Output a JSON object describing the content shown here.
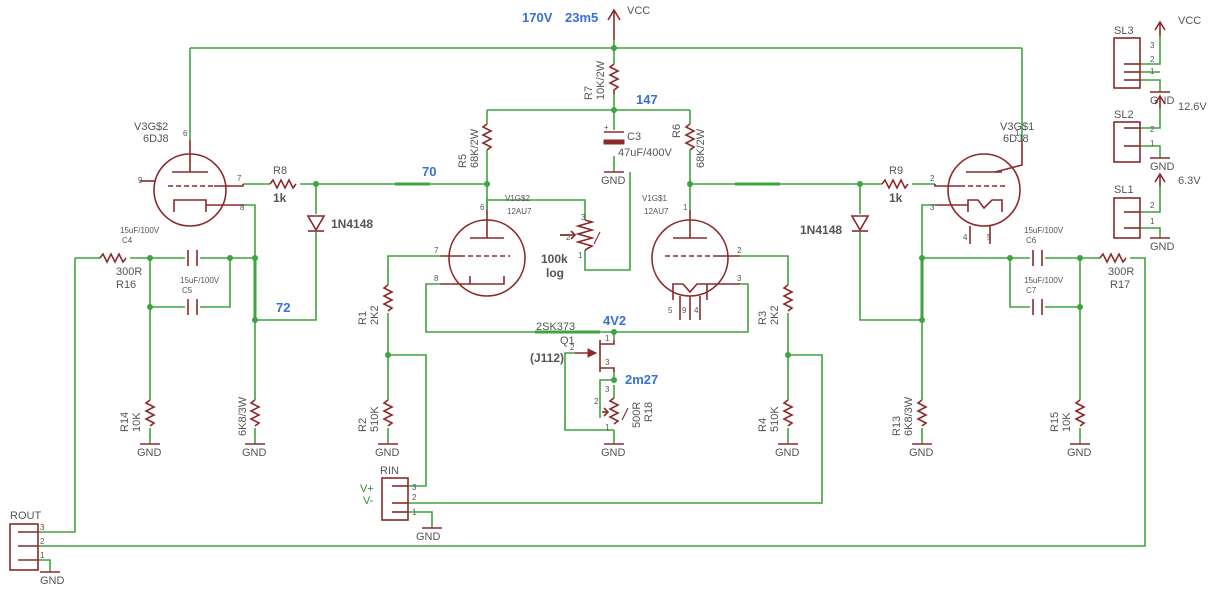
{
  "supply": {
    "vcc": "VCC",
    "voltage": "170V",
    "current": "23m5"
  },
  "nodes": {
    "v147": "147",
    "v70": "70",
    "v72": "72",
    "v4v2": "4V2",
    "v2m27": "2m27"
  },
  "gnd": "GND",
  "tubes": {
    "v3g2": {
      "name": "V3G$2",
      "type": "6DJ8"
    },
    "v3g1": {
      "name": "V3G$1",
      "type": "6DJ8"
    },
    "v1g2": {
      "name": "V1G$2",
      "type": "12AU7"
    },
    "v1g1": {
      "name": "V1G$1",
      "type": "12AU7"
    }
  },
  "resistors": {
    "r1": {
      "name": "R1",
      "value": "2K2"
    },
    "r2": {
      "name": "R2",
      "value": "510K"
    },
    "r3": {
      "name": "R3",
      "value": "2K2"
    },
    "r4": {
      "name": "R4",
      "value": "510K"
    },
    "r5": {
      "name": "R5",
      "value": "68K/2W"
    },
    "r6": {
      "name": "R6",
      "value": "68K/2W"
    },
    "r7": {
      "name": "R7",
      "value": "10K/2W"
    },
    "r8": {
      "name": "R8",
      "value": "1k"
    },
    "r9": {
      "name": "R9",
      "value": "1k"
    },
    "r13": {
      "name": "R13",
      "value": "6K8/3W"
    },
    "r14": {
      "name": "R14",
      "value": "10K"
    },
    "r15": {
      "name": "R15",
      "value": "10K"
    },
    "r16": {
      "name": "R16",
      "value": "300R"
    },
    "r17": {
      "name": "R17",
      "value": "300R"
    },
    "r18": {
      "name": "R18",
      "value": "500R"
    },
    "r_left_cath": {
      "value": "6K8/3W"
    }
  },
  "pot": {
    "value": "100k",
    "taper": "log"
  },
  "capacitors": {
    "c3": {
      "name": "C3",
      "value": "47uF/400V"
    },
    "c4": {
      "name": "C4",
      "value": "15uF/100V"
    },
    "c5": {
      "name": "C5",
      "value": "15uF/100V"
    },
    "c6": {
      "name": "C6",
      "value": "15uF/100V"
    },
    "c7": {
      "name": "C7",
      "value": "15uF/100V"
    }
  },
  "diodes": {
    "left": "1N4148",
    "right": "1N4148"
  },
  "jfet": {
    "name": "Q1",
    "part": "2SK373",
    "alt": "(J112)"
  },
  "connectors": {
    "rin": {
      "name": "RIN",
      "vplus": "V+",
      "vminus": "V-"
    },
    "rout": {
      "name": "ROUT"
    },
    "sl3": {
      "name": "SL3",
      "supply": "VCC"
    },
    "sl2": {
      "name": "SL2",
      "supply": "12.6V"
    },
    "sl1": {
      "name": "SL1",
      "supply": "6.3V"
    }
  },
  "pins": {
    "p1": "1",
    "p2": "2",
    "p3": "3",
    "p4": "4",
    "p5": "5",
    "p6": "6",
    "p7": "7",
    "p8": "8",
    "p9": "9"
  }
}
